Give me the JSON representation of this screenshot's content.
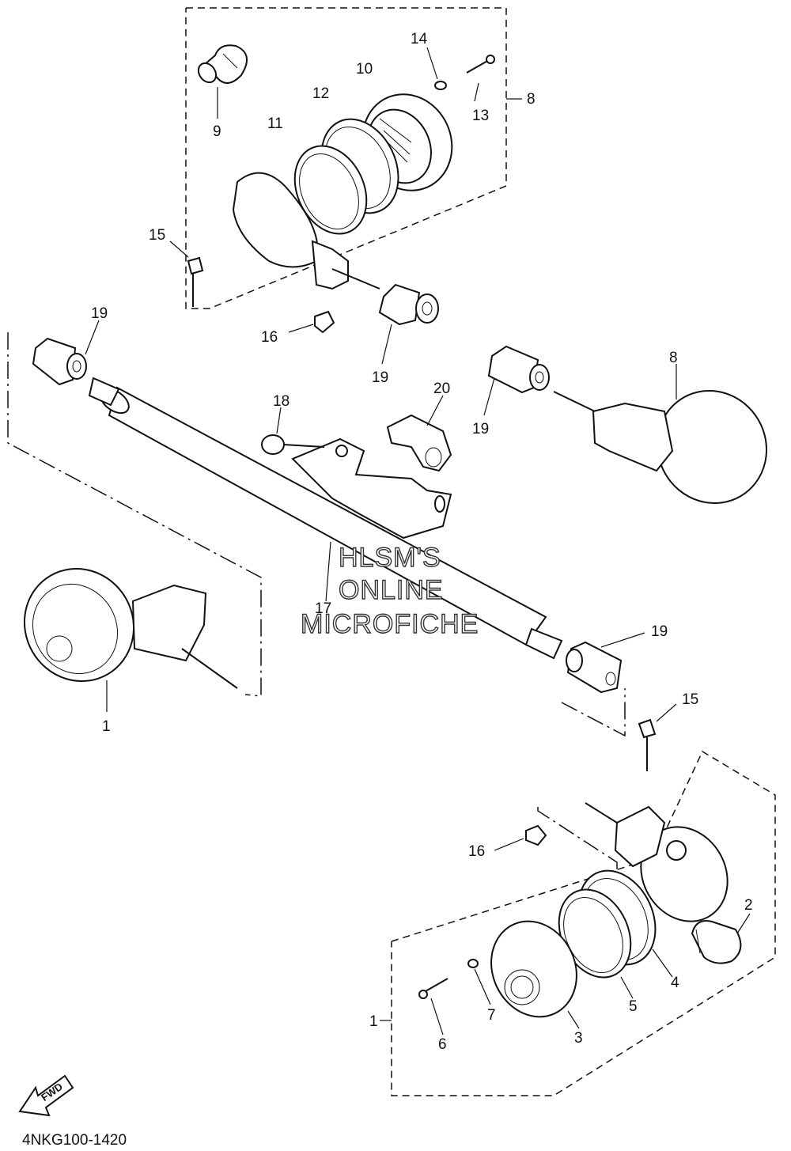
{
  "diagram": {
    "callouts": {
      "c1_left": "1",
      "c1_right": "1",
      "c2": "2",
      "c3": "3",
      "c4": "4",
      "c5": "5",
      "c6": "6",
      "c7": "7",
      "c8_top": "8",
      "c8_right": "8",
      "c9": "9",
      "c10": "10",
      "c11": "11",
      "c12": "12",
      "c13": "13",
      "c14": "14",
      "c15_top": "15",
      "c15_bottom": "15",
      "c16_top": "16",
      "c16_bottom": "16",
      "c17": "17",
      "c18": "18",
      "c19_a": "19",
      "c19_b": "19",
      "c19_c": "19",
      "c19_d": "19",
      "c20": "20"
    },
    "watermark": {
      "line1": "HLSM'S",
      "line2": "ONLINE",
      "line3": "MICROFICHE"
    },
    "fwd_label": "FWD",
    "drawing_code": "4NKG100-1420"
  }
}
